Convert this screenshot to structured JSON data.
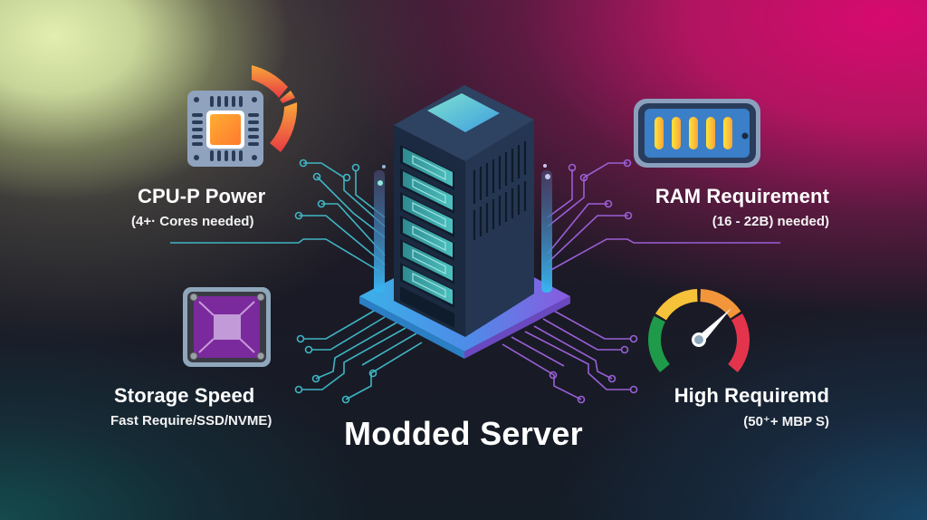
{
  "title": "Modded Server",
  "features": {
    "cpu": {
      "title": "CPU-P Power",
      "subtitle": "(4+· Cores needed)",
      "icon": "cpu-chip-icon",
      "gauge_icon": "power-arc-icon"
    },
    "ram": {
      "title": "RAM Requirement",
      "subtitle": "(16 - 22B) needed)",
      "icon": "ram-module-icon",
      "bars": 5
    },
    "storage": {
      "title": "Storage Speed",
      "subtitle": "Fast Require/SSD/NVME)",
      "icon": "ssd-storage-icon"
    },
    "network": {
      "title": "High Requiremd",
      "subtitle": "(50⁺+ MBP  S)",
      "icon": "speedometer-icon"
    }
  },
  "center": {
    "icon": "server-rack-icon",
    "drive_bays": 6
  },
  "colors": {
    "teal_circuit": "#3fb5c4",
    "purple_circuit": "#9a5fd6",
    "cpu_orange": "#ff9a30",
    "ram_blue": "#3a7fc8",
    "storage_purple": "#7a2a9c",
    "gauge_green": "#1f9a4a",
    "gauge_yellow": "#f6c23a",
    "gauge_orange": "#f3953a",
    "gauge_red": "#e4344c",
    "server_body": "#24364f",
    "platform": "#3fa0e6"
  }
}
